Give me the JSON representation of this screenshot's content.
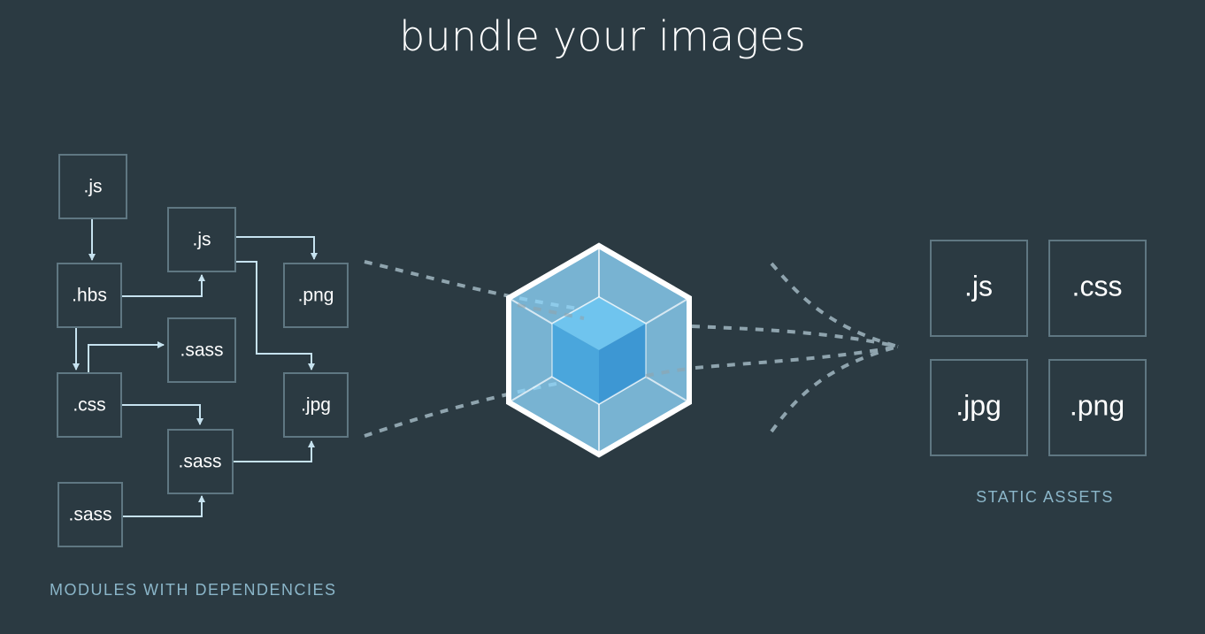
{
  "title": "bundle your images",
  "modules": {
    "caption": "MODULES WITH DEPENDENCIES",
    "items": [
      {
        "id": "m-js-1",
        "label": ".js"
      },
      {
        "id": "m-js-2",
        "label": ".js"
      },
      {
        "id": "m-hbs",
        "label": ".hbs"
      },
      {
        "id": "m-png",
        "label": ".png"
      },
      {
        "id": "m-sass-1",
        "label": ".sass"
      },
      {
        "id": "m-css",
        "label": ".css"
      },
      {
        "id": "m-jpg",
        "label": ".jpg"
      },
      {
        "id": "m-sass-2",
        "label": ".sass"
      },
      {
        "id": "m-sass-3",
        "label": ".sass"
      }
    ]
  },
  "assets": {
    "caption": "STATIC ASSETS",
    "items": [
      {
        "id": "a-js",
        "label": ".js"
      },
      {
        "id": "a-css",
        "label": ".css"
      },
      {
        "id": "a-jpg",
        "label": ".jpg"
      },
      {
        "id": "a-png",
        "label": ".png"
      }
    ]
  },
  "colors": {
    "background": "#2b3a42",
    "box_border": "#5f7782",
    "dependency_arrow": "#c6e2ef",
    "dash_line": "#8fa4ae",
    "caption": "#8bb6c9",
    "cube_outer": "#8ed6fb",
    "cube_inner": "#1c78c0"
  },
  "icons": {
    "bundler": "webpack-cube-icon"
  }
}
